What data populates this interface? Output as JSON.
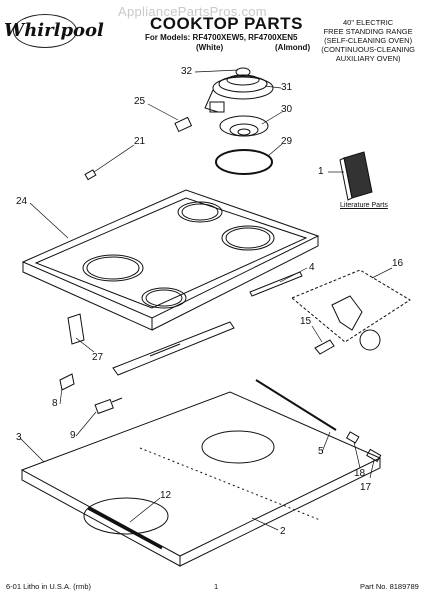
{
  "header": {
    "watermark": "AppliancePartsPros.com",
    "brand": "Whirlpool",
    "title": "COOKTOP PARTS",
    "models_line": "For Models: RF4700XEW5, RF4700XEN5",
    "variant_white": "(White)",
    "variant_almond": "(Almond)",
    "description": [
      "40\" ELECTRIC",
      "FREE STANDING RANGE",
      "(SELF-CLEANING OVEN)",
      "(CONTINUOUS-CLEANING",
      "AUXILIARY OVEN)"
    ]
  },
  "literature_label": "Literature Parts",
  "callouts": [
    "32",
    "31",
    "25",
    "30",
    "21",
    "29",
    "1",
    "24",
    "4",
    "16",
    "15",
    "27",
    "8",
    "9",
    "3",
    "12",
    "5",
    "18",
    "17",
    "2"
  ],
  "footer": {
    "left": "6-01 Litho in U.S.A. (rmb)",
    "center": "1",
    "right": "Part No. 8189789"
  }
}
